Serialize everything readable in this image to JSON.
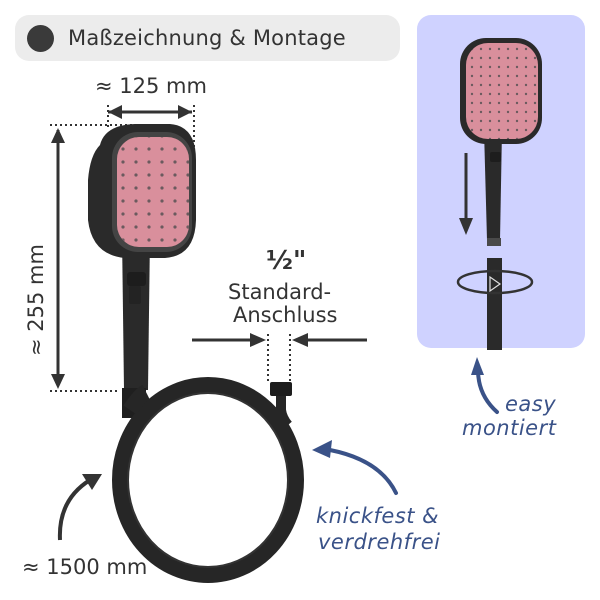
{
  "header": {
    "title": "Maßzeichnung & Montage",
    "bullet_color": "#3a3a3a",
    "pill_color": "#ececec"
  },
  "dimensions": {
    "width_label": "≈ 125 mm",
    "height_label": "≈ 255 mm",
    "hose_length_label": "≈ 1500 mm"
  },
  "connector": {
    "size": "½\"",
    "label_line1": "Standard-",
    "label_line2": "Anschluss"
  },
  "install_panel": {
    "background": "#cfd2ff",
    "caption_line1": "easy",
    "caption_line2": "montiert"
  },
  "hose_feature": {
    "caption_line1": "knickfest &",
    "caption_line2": "verdrehfrei"
  },
  "colors": {
    "product_black": "#2a2a2a",
    "spray_face_pink": "#d98f9c",
    "annotation_blue": "#3a5288",
    "dimension_gray": "#333333"
  }
}
